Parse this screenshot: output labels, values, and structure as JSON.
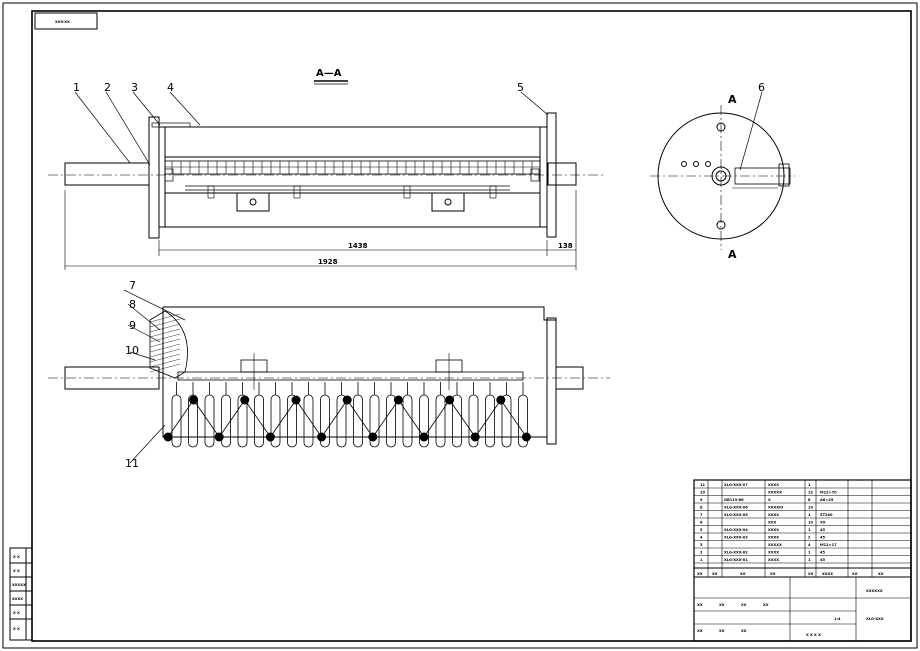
{
  "drawing": {
    "section_label": "A—A",
    "view_mark": "A",
    "corner_code": "XXX-XX",
    "dimensions": {
      "inner_length": "1438",
      "end_length": "138",
      "overall_length": "1928"
    },
    "part_labels": [
      "1",
      "2",
      "3",
      "4",
      "5",
      "6",
      "7",
      "8",
      "9",
      "10",
      "11"
    ]
  },
  "bom": {
    "rows": [
      [
        "11",
        "XLG-XXX-07",
        "XXXX",
        "1",
        ""
      ],
      [
        "10",
        "",
        "XXXXX",
        "12",
        "M12×70"
      ],
      [
        "9",
        "GB119-86",
        "X",
        "8",
        "A6×25"
      ],
      [
        "8",
        "XLG-XXX-06",
        "XXXXIII",
        "10",
        ""
      ],
      [
        "7",
        "XLG-XXX-05",
        "XXXX",
        "1",
        "ZT200"
      ],
      [
        "6",
        "",
        "XXX",
        "10",
        "XX"
      ],
      [
        "5",
        "XLG-XXX-04",
        "XXXX",
        "1",
        "45"
      ],
      [
        "4",
        "XLG-XXX-03",
        "XXXX",
        "2",
        "45"
      ],
      [
        "3",
        "",
        "XXXXX",
        "4",
        "M12×17"
      ],
      [
        "2",
        "XLG-XXX-02",
        "XXXX",
        "1",
        "45"
      ],
      [
        "1",
        "XLG-XXX-01",
        "XXXX",
        "1",
        "45"
      ]
    ],
    "header": [
      "XX",
      "XX",
      "XX",
      "XX",
      "XX",
      "XXXX",
      "XX",
      "XX"
    ],
    "title": "XXXXXX",
    "drawing_no": "XLG-XXX",
    "scale": "1:4",
    "sheet": "X X X X",
    "signatures": [
      "XX",
      "XX",
      "XX",
      "XX",
      "XX",
      "XX",
      "XX"
    ]
  },
  "side_block": {
    "labels": [
      "X X",
      "X X",
      "XXXXX",
      "XXXX",
      "X X",
      "X X"
    ]
  }
}
